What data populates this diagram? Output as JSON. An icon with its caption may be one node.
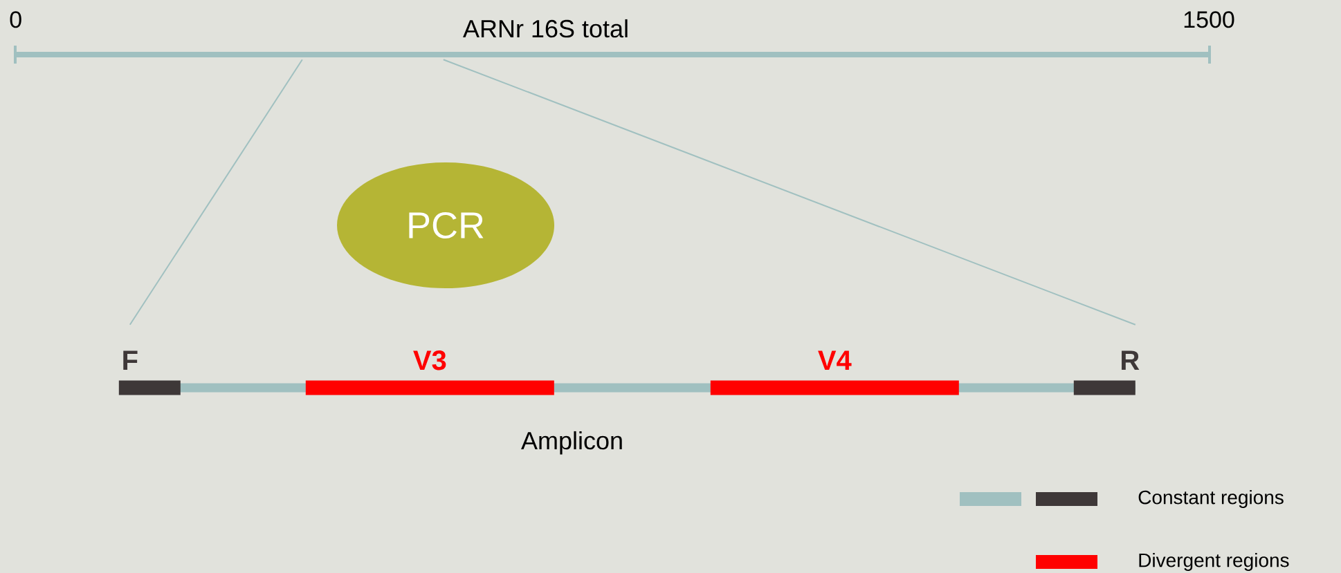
{
  "diagram": {
    "nodes": [
      {
        "text": [
          "ARNr 16S total"
        ]
      },
      {
        "text": [
          "PCR"
        ]
      },
      {
        "text": [],
        "shape": "bar",
        "beside": [
          "Amplicon"
        ]
      },
      {
        "text": [
          "F"
        ],
        "in": 2
      },
      {
        "text": [
          "V3"
        ],
        "in": 2
      },
      {
        "text": [
          "V4"
        ],
        "in": 2
      },
      {
        "text": [
          "R"
        ],
        "in": 2
      }
    ],
    "edges": [
      {
        "from": 0,
        "to": 2,
        "arrow": "none"
      },
      {
        "from": 0,
        "to": 2,
        "arrow": "none"
      }
    ],
    "labels": [
      "0",
      "1500"
    ],
    "legend": [
      {
        "text": "Constant regions",
        "color": "#a0c0c0"
      },
      {
        "text": "Divergent regions",
        "color": "#ff0000"
      }
    ]
  }
}
